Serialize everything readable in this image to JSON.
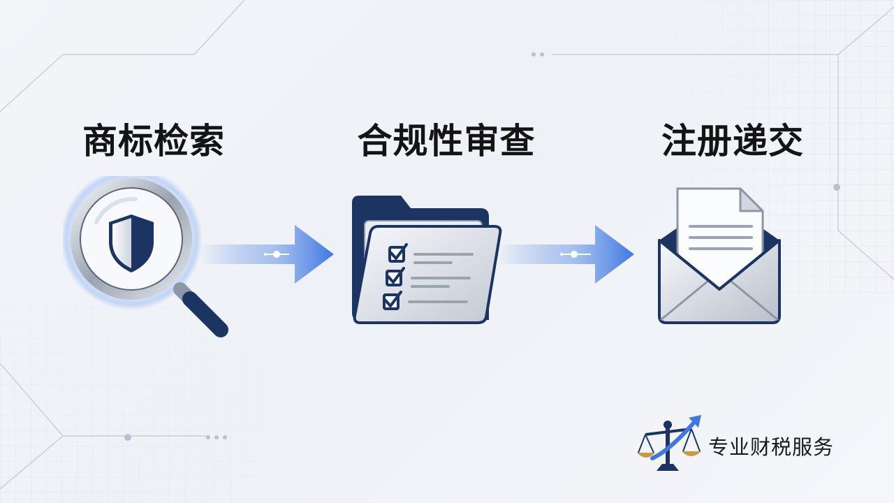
{
  "steps": [
    {
      "title": "商标检索",
      "icon": "magnifier-shield-icon"
    },
    {
      "title": "合规性审查",
      "icon": "folder-checklist-icon"
    },
    {
      "title": "注册递交",
      "icon": "envelope-document-icon"
    }
  ],
  "brand": {
    "name": "专业财税服务",
    "logo_icon": "scales-arrow-logo-icon"
  },
  "colors": {
    "navy": "#1c3462",
    "accent_blue": "#3f78e0",
    "title_text": "#141414",
    "gold": "#c89a45"
  }
}
